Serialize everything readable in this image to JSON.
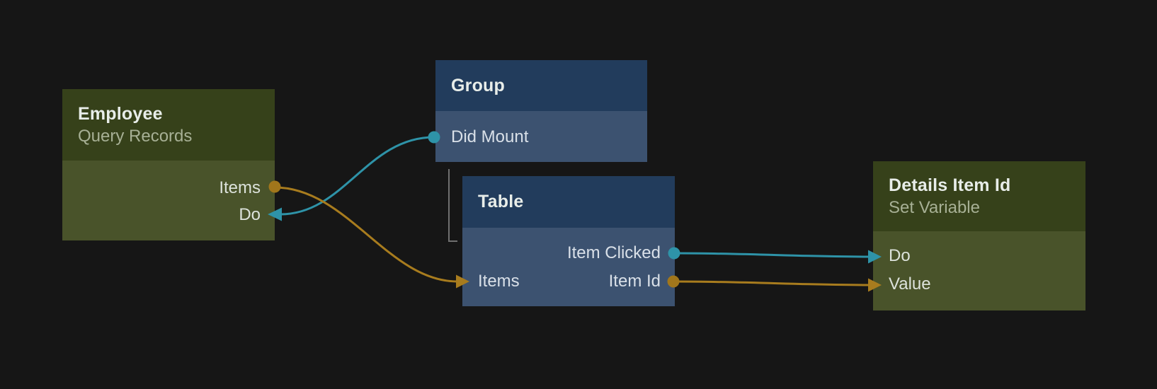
{
  "canvas": {
    "background": "#161616"
  },
  "colors": {
    "event_wire": "#2E93A8",
    "data_wire": "#A87C1E",
    "query_node_header": "#36411A",
    "query_node_body": "#49532A",
    "component_node_header": "#223C5C",
    "component_node_body": "#3C5270",
    "hierarchy_line": "#6F6F6F"
  },
  "nodes": [
    {
      "title": "Employee",
      "subtitle": "Query Records",
      "ports": [
        {
          "label": "Items",
          "side": "right",
          "connector": "dot"
        },
        {
          "label": "Do",
          "side": "right",
          "connector": "arrow"
        }
      ]
    },
    {
      "title": "Group",
      "ports": [
        {
          "label": "Did Mount",
          "side": "left",
          "connector": "dot"
        }
      ]
    },
    {
      "title": "Table",
      "ports": [
        {
          "label": "Item Clicked",
          "side": "right",
          "connector": "dot"
        },
        {
          "label": "Items",
          "side": "left",
          "connector": "arrow"
        },
        {
          "label": "Item Id",
          "side": "right",
          "connector": "dot"
        }
      ]
    },
    {
      "title": "Details Item Id",
      "subtitle": "Set Variable",
      "ports": [
        {
          "label": "Do",
          "side": "left",
          "connector": "arrow"
        },
        {
          "label": "Value",
          "side": "left",
          "connector": "arrow"
        }
      ]
    }
  ],
  "connections": [
    {
      "from": "Group / Did Mount",
      "to": "Employee / Do",
      "color": "#2E93A8"
    },
    {
      "from": "Employee / Items",
      "to": "Table / Items",
      "color": "#A87C1E"
    },
    {
      "from": "Table / Item Clicked",
      "to": "Details Item Id / Do",
      "color": "#2E93A8"
    },
    {
      "from": "Table / Item Id",
      "to": "Details Item Id / Value",
      "color": "#A87C1E"
    }
  ],
  "hierarchy": [
    {
      "parent": "Group",
      "child": "Table"
    }
  ]
}
